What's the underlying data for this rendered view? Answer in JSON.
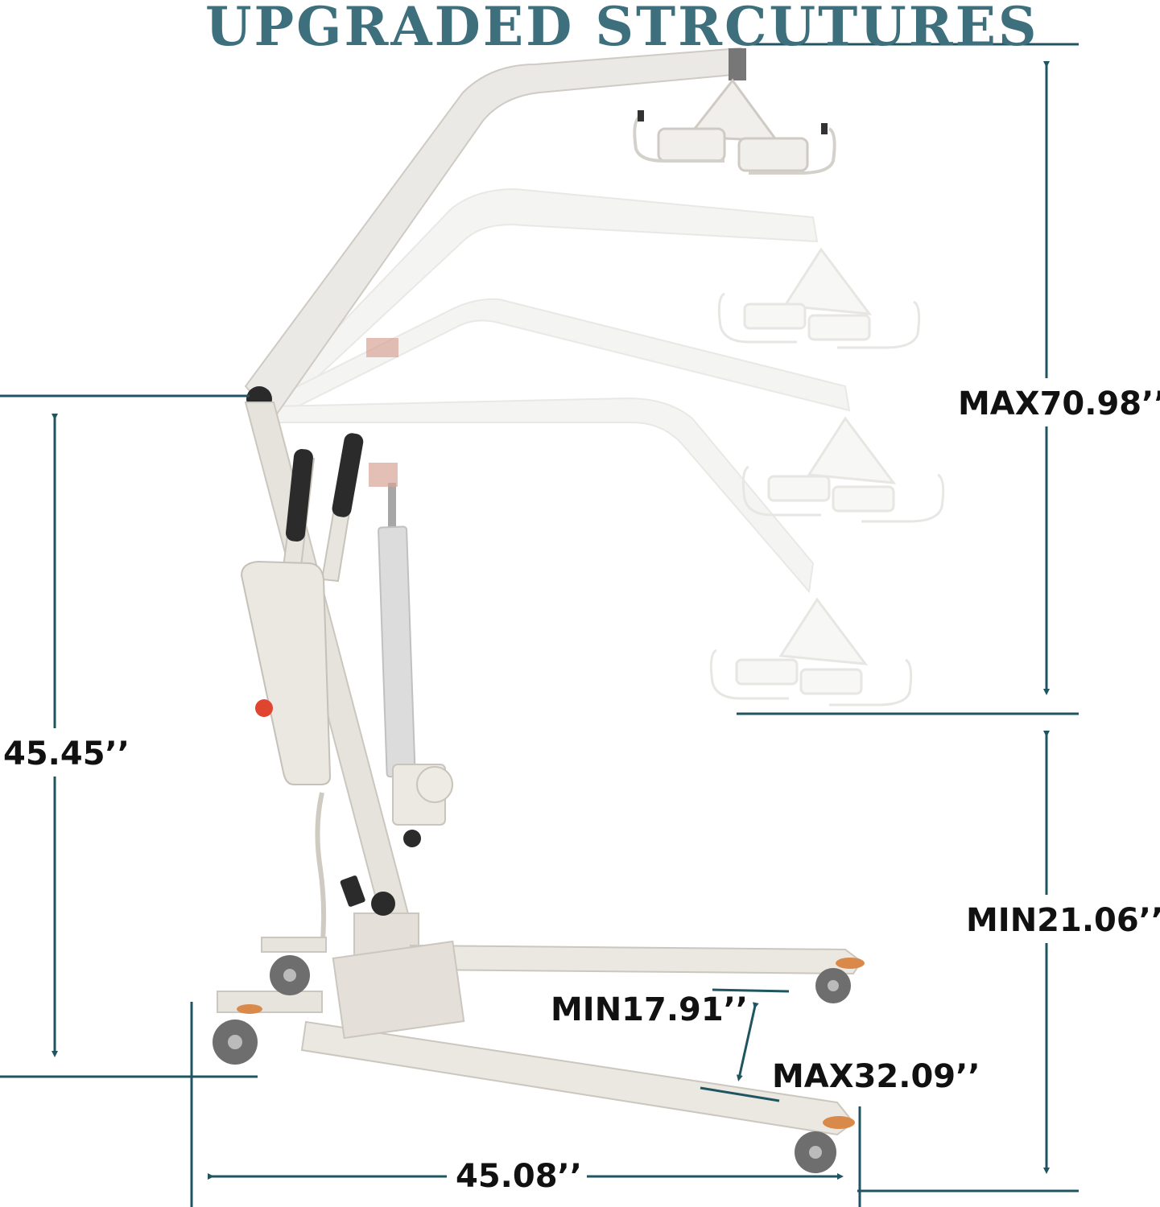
{
  "title": "UPGRADED  STRCUTURES",
  "colors": {
    "accent": "#1f5561",
    "title": "#3d6f7d",
    "frame": "#e8e4de",
    "frame_shade": "#d4cfc7",
    "handle": "#2b2b2b",
    "caster_orange": "#d98a4a",
    "emergency_red": "#e0462f"
  },
  "dimensions": {
    "max_height": "MAX70.98’’",
    "min_height": "MIN21.06’’",
    "arm_height": "45.45’’",
    "min_width": "MIN17.91’’",
    "max_width": "MAX32.09’’",
    "length": "45.08’’"
  },
  "icons": [
    "arrow-up-icon",
    "arrow-down-icon",
    "arrow-left-icon",
    "arrow-right-icon"
  ]
}
